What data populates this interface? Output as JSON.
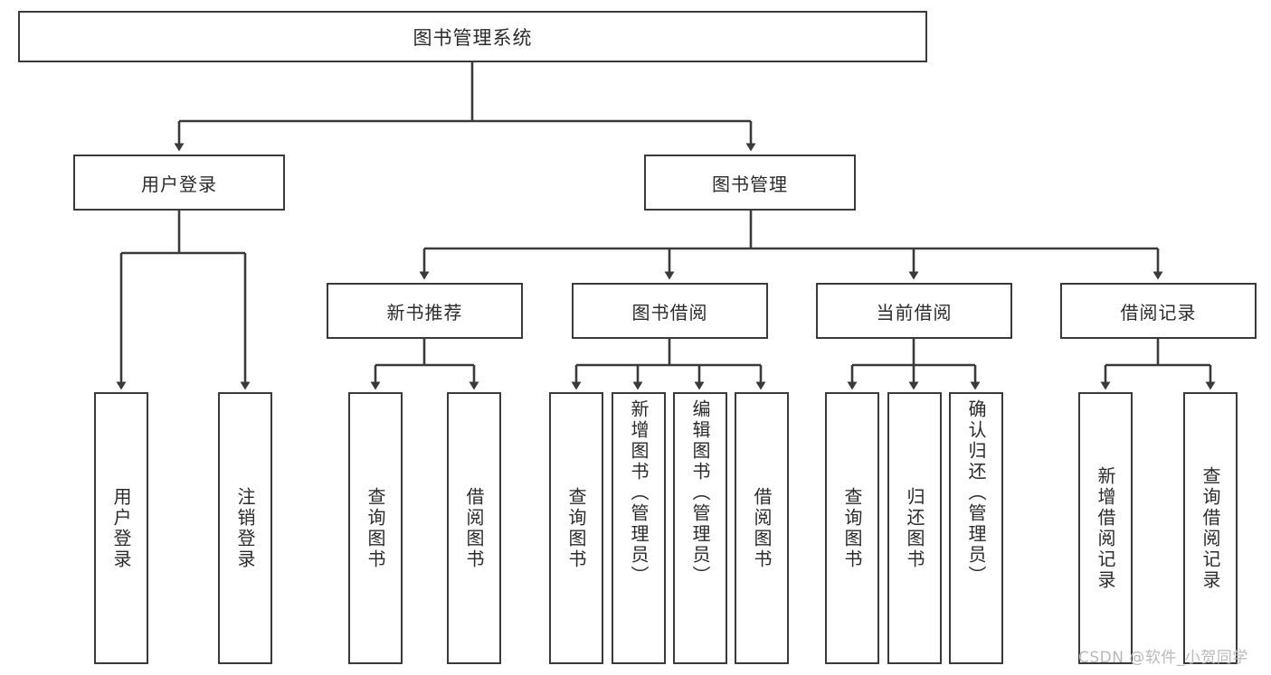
{
  "diagram": {
    "type": "tree-hierarchy",
    "title": "图书管理系统",
    "watermark": "CSDN @软件_小贺同学",
    "colors": {
      "box_border": "#3a3a3a",
      "box_fill": "#ffffff",
      "connector": "#3a3a3a",
      "text": "#2b2b2b",
      "watermark": "#b9b9b9",
      "background": "#ffffff"
    },
    "root": {
      "label": "图书管理系统"
    },
    "level2": [
      {
        "id": "user-login",
        "label": "用户登录"
      },
      {
        "id": "book-management",
        "label": "图书管理"
      }
    ],
    "level3": [
      {
        "id": "new-book-recommend",
        "label": "新书推荐"
      },
      {
        "id": "book-borrow",
        "label": "图书借阅"
      },
      {
        "id": "current-borrow",
        "label": "当前借阅"
      },
      {
        "id": "borrow-record",
        "label": "借阅记录"
      }
    ],
    "leaves": {
      "user_login": [
        {
          "id": "leaf-user-login",
          "label": "用户登录"
        },
        {
          "id": "leaf-logout-login",
          "label": "注销登录"
        }
      ],
      "new_book_recommend": [
        {
          "id": "leaf-query-book-1",
          "label": "查询图书"
        },
        {
          "id": "leaf-borrow-book-1",
          "label": "借阅图书"
        }
      ],
      "book_borrow": [
        {
          "id": "leaf-query-book-2",
          "label": "查询图书"
        },
        {
          "id": "leaf-add-book",
          "label": "新增图书（管理员）"
        },
        {
          "id": "leaf-edit-book",
          "label": "编辑图书（管理员）"
        },
        {
          "id": "leaf-borrow-book-2",
          "label": "借阅图书"
        }
      ],
      "current_borrow": [
        {
          "id": "leaf-query-book-3",
          "label": "查询图书"
        },
        {
          "id": "leaf-return-book",
          "label": "归还图书"
        },
        {
          "id": "leaf-confirm-return",
          "label": "确认归还（管理员）"
        }
      ],
      "borrow_record": [
        {
          "id": "leaf-add-record",
          "label": "新增借阅记录"
        },
        {
          "id": "leaf-query-record",
          "label": "查询借阅记录"
        }
      ]
    }
  }
}
